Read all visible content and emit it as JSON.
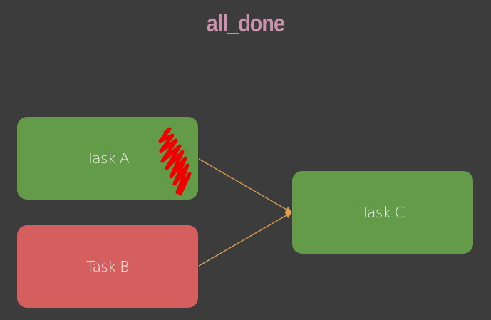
{
  "diagram": {
    "title": "all_done",
    "nodes": [
      {
        "id": "task_a",
        "label": "Task A",
        "status": "success"
      },
      {
        "id": "task_b",
        "label": "Task B",
        "status": "failed"
      },
      {
        "id": "task_c",
        "label": "Task C",
        "status": "success"
      }
    ],
    "edges": [
      {
        "from": "task_a",
        "to": "task_c"
      },
      {
        "from": "task_b",
        "to": "task_c"
      }
    ],
    "annotation": "red scribble over Task A"
  },
  "colors": {
    "background": "#3c3c3c",
    "title": "#c994ab",
    "success": "#639b49",
    "failed": "#d55e5e",
    "edge": "#e0a050",
    "label": "#f2f2f2",
    "scribble": "#ee0000"
  }
}
